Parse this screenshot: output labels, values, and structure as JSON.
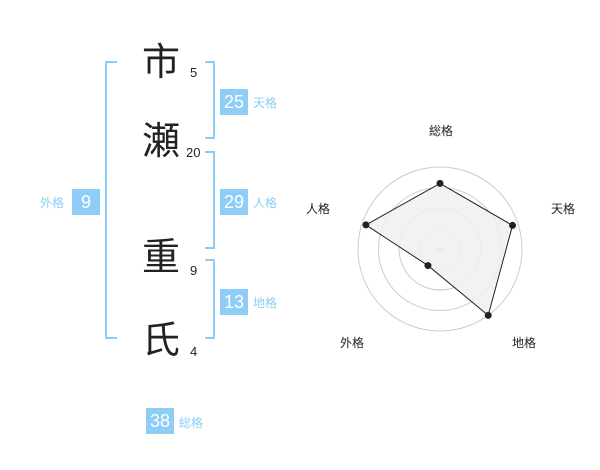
{
  "name_chars": [
    {
      "char": "市",
      "strokes": "5"
    },
    {
      "char": "瀬",
      "strokes": "20"
    },
    {
      "char": "重",
      "strokes": "9"
    },
    {
      "char": "氏",
      "strokes": "4"
    }
  ],
  "kakusu": {
    "tenkaku": {
      "value": "25",
      "label": "天格"
    },
    "jinkaku": {
      "value": "29",
      "label": "人格"
    },
    "chikaku": {
      "value": "13",
      "label": "地格"
    },
    "gaikaku": {
      "value": "9",
      "label": "外格"
    },
    "soukaku": {
      "value": "38",
      "label": "総格"
    }
  },
  "colors": {
    "accent": "#8ecdf5",
    "text": "#222222",
    "radar_fill": "#f0f0f0",
    "grid": "#cccccc"
  },
  "chart_data": {
    "type": "radar",
    "axes": [
      "総格",
      "天格",
      "地格",
      "外格",
      "人格"
    ],
    "values": [
      0.8,
      0.93,
      1.0,
      0.25,
      0.95
    ],
    "max": 1.0,
    "rings": 4
  }
}
